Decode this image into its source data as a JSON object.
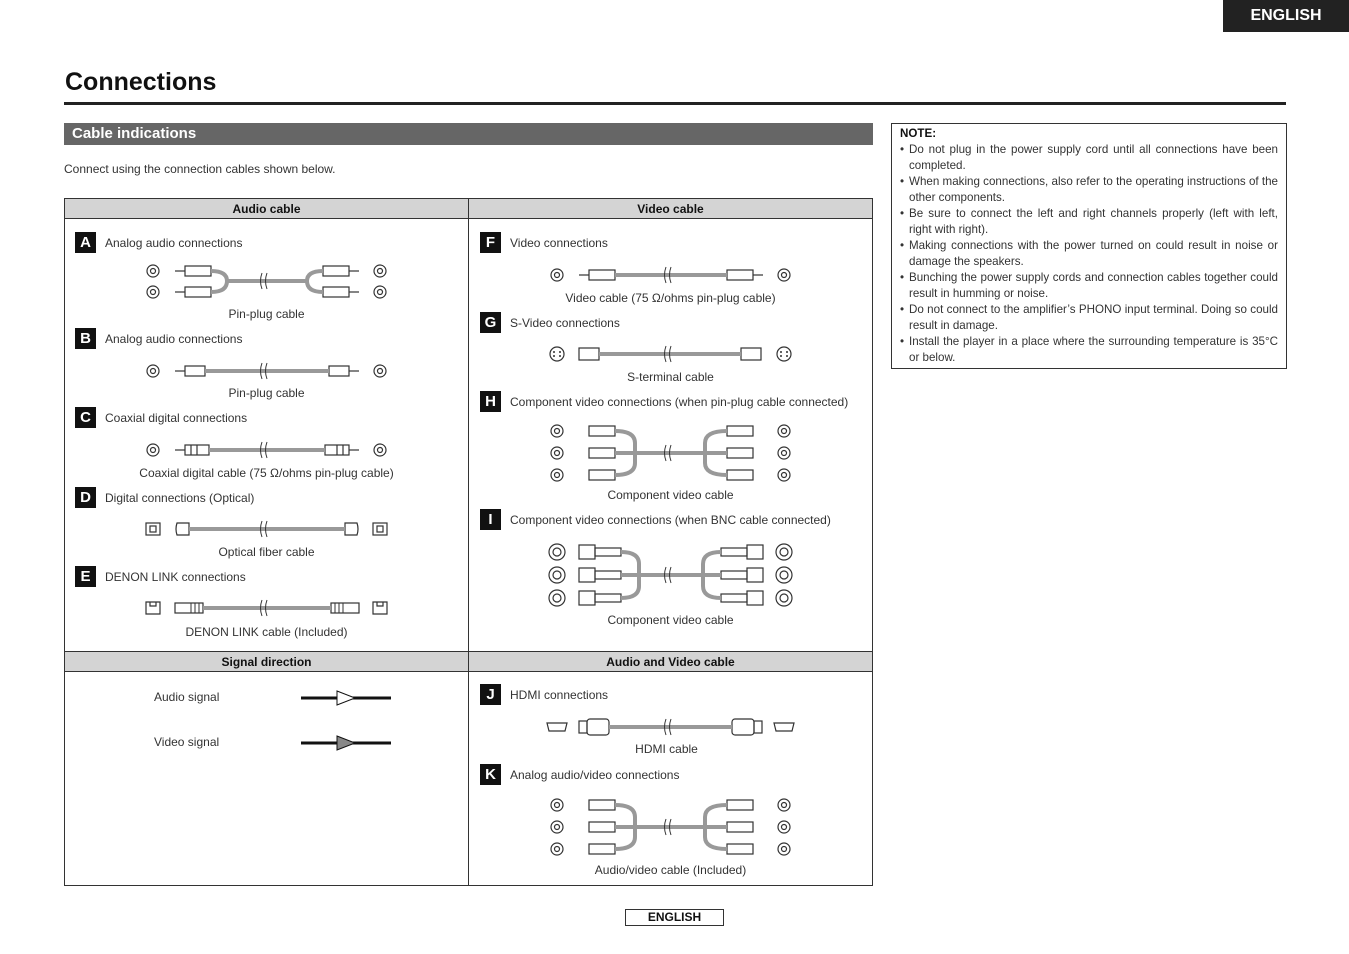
{
  "header": {
    "language_tab": "ENGLISH"
  },
  "page": {
    "title": "Connections"
  },
  "section": {
    "title": "Cable indications",
    "intro": "Connect using the connection cables shown below."
  },
  "table": {
    "headers": {
      "audio_cable": "Audio cable",
      "video_cable": "Video cable",
      "signal_direction": "Signal direction",
      "audio_video_cable": "Audio and Video cable"
    },
    "audio_items": [
      {
        "letter": "A",
        "label": "Analog audio connections",
        "caption": "Pin-plug cable"
      },
      {
        "letter": "B",
        "label": "Analog audio connections",
        "caption": "Pin-plug cable"
      },
      {
        "letter": "C",
        "label": "Coaxial digital connections",
        "caption": "Coaxial digital cable (75 Ω/ohms pin-plug cable)"
      },
      {
        "letter": "D",
        "label": "Digital connections (Optical)",
        "caption": "Optical fiber cable"
      },
      {
        "letter": "E",
        "label": "DENON LINK connections",
        "caption": "DENON LINK cable (Included)"
      }
    ],
    "video_items": [
      {
        "letter": "F",
        "label": "Video connections",
        "caption": "Video cable (75 Ω/ohms pin-plug cable)"
      },
      {
        "letter": "G",
        "label": "S-Video connections",
        "caption": "S-terminal cable"
      },
      {
        "letter": "H",
        "label": "Component video connections (when pin-plug cable connected)",
        "caption": "Component video cable"
      },
      {
        "letter": "I",
        "label": "Component video connections (when BNC cable connected)",
        "caption": "Component video cable"
      }
    ],
    "signals": [
      {
        "label": "Audio signal"
      },
      {
        "label": "Video signal"
      }
    ],
    "av_items": [
      {
        "letter": "J",
        "label": "HDMI connections",
        "caption": "HDMI cable"
      },
      {
        "letter": "K",
        "label": "Analog audio/video connections",
        "caption": "Audio/video cable (Included)"
      }
    ]
  },
  "note": {
    "title": "NOTE:",
    "items": [
      "Do not plug in the power supply cord until all connections have been completed.",
      "When making connections, also refer to the operating instructions of the other components.",
      "Be sure to connect the left and right channels properly (left with left, right with right).",
      "Making connections with the power turned on could result in noise or damage the speakers.",
      "Bunching the power supply cords and connection cables together could result in humming or noise.",
      "Do not connect to the amplifier’s PHONO input terminal. Doing so could result in damage.",
      "Install the player in a place where the surrounding temperature is 35°C or below."
    ]
  },
  "footer": {
    "language": "ENGLISH"
  }
}
